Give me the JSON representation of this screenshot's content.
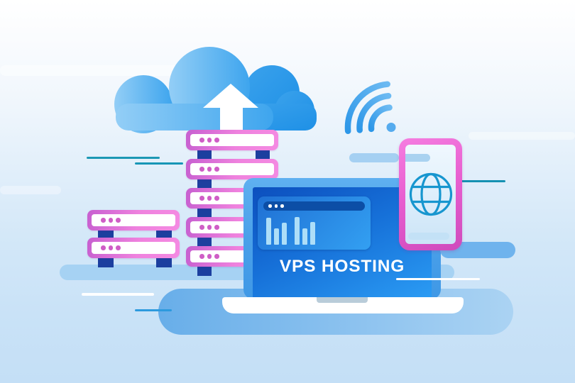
{
  "meta": {
    "kind": "vector-illustration",
    "theme": "vps-hosting"
  },
  "laptop": {
    "label": "VPS HOSTING",
    "browser": {
      "window_dots": 3,
      "chart_bars": [
        38,
        23,
        31,
        39,
        23,
        32
      ]
    }
  },
  "server_stacks": {
    "large_units": 5,
    "small_units": 2,
    "dots_per_unit": 3
  },
  "icons": [
    "cloud-upload-icon",
    "wifi-icon",
    "globe-icon"
  ],
  "palette": {
    "background_top": "#ffffff",
    "background_bottom": "#c4dff6",
    "cloud_light": "#93cef6",
    "cloud_blue": "#3ea5ee",
    "cloud_dark": "#1e90e6",
    "server_pink": "#f084de",
    "server_purple": "#c75fd0",
    "connector_navy": "#1c3f9f",
    "laptop_frame_blue": "#4aa0e9",
    "screen_blue_dark": "#0c4fbe",
    "screen_blue_light": "#2b9cf4",
    "browser_bar_navy": "#0c4ea6",
    "chart_bar_light": "#addef8",
    "phone_pink": "#e85fd0",
    "globe_teal": "#1796cf",
    "teal_line": "#1c98b4",
    "ground_band": "#a6d2f3",
    "ground_blob": "#68aee9",
    "title_color": "#ffffff"
  }
}
